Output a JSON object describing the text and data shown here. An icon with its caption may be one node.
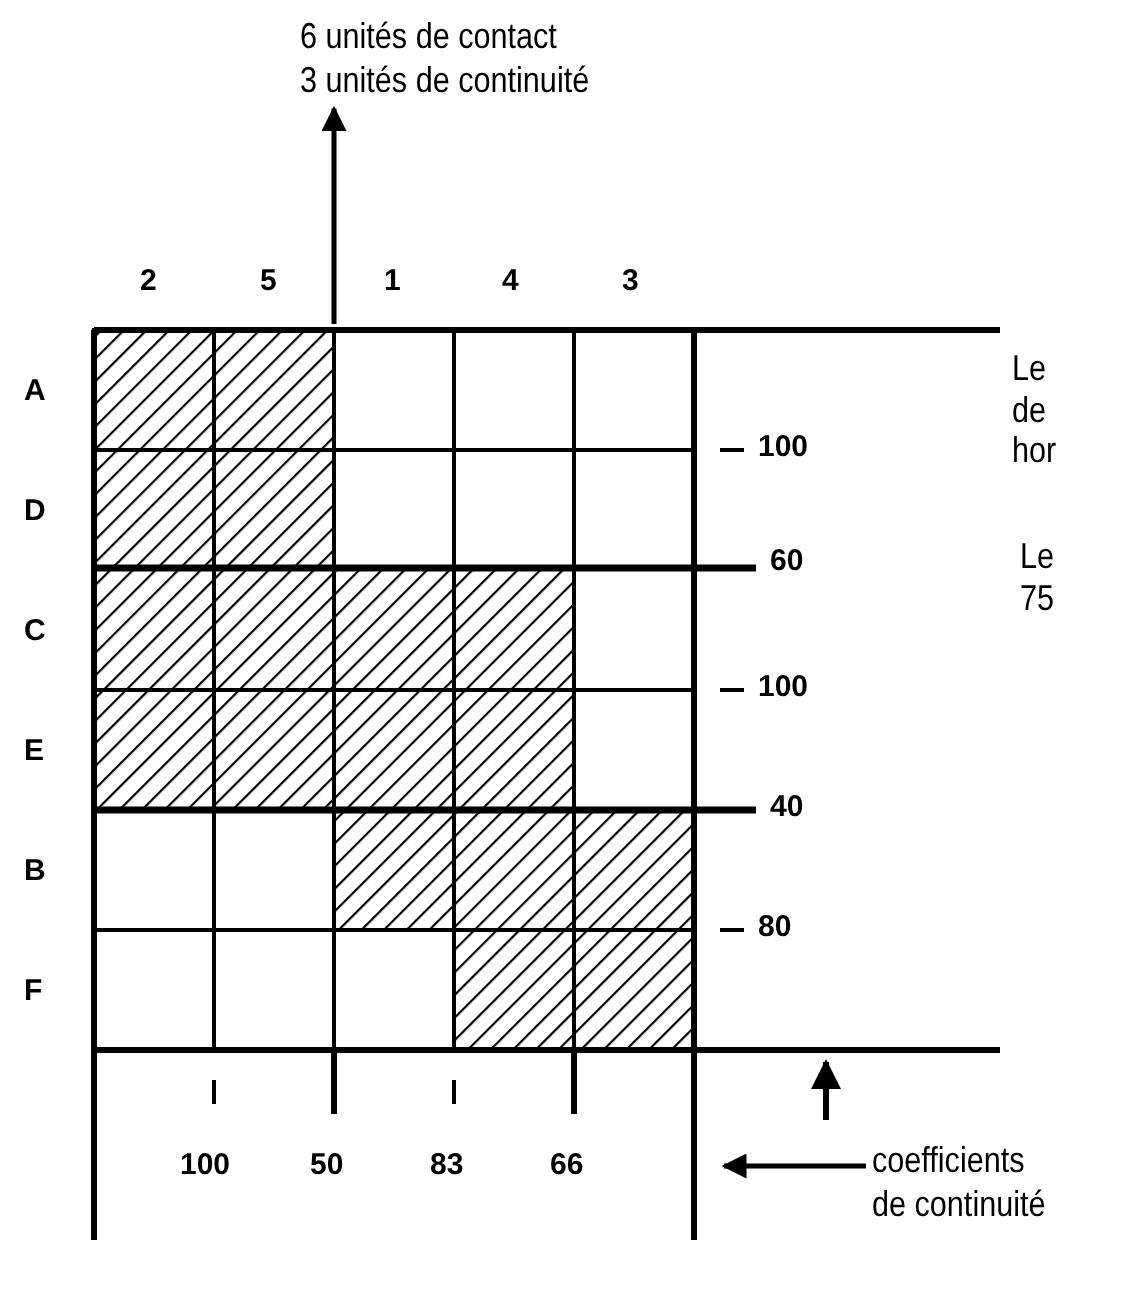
{
  "diagram": {
    "nodes": [
      {
        "text": [
          "6 unités de contact",
          "3 unités de continuité"
        ]
      },
      {
        "text": [
          "coefficients de continuité"
        ]
      }
    ],
    "edges": [
      {
        "from": null,
        "to": 0,
        "arrow": "to"
      },
      {
        "from": 1,
        "to": null,
        "arrow": "to"
      }
    ],
    "labels": [
      "2",
      "5",
      "1",
      "4",
      "3",
      "A",
      "D",
      "C",
      "E",
      "B",
      "F",
      "100",
      "60",
      "100",
      "40",
      "80",
      "Le de hor",
      "Le 75",
      "100",
      "50",
      "83",
      "66"
    ]
  }
}
